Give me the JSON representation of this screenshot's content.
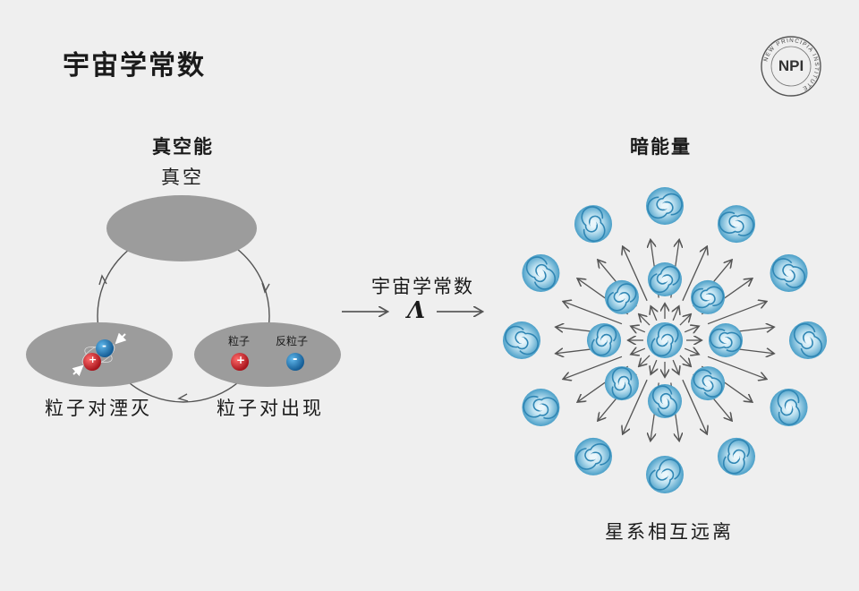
{
  "header": {
    "title": "宇宙学常数"
  },
  "logo": {
    "text": "NPI",
    "ring_text": "NEW PRINCIPIA INSTITUTE"
  },
  "left_panel": {
    "heading": "真空能",
    "vacuum_label": "真空",
    "annihilation_label": "粒子对湮灭",
    "pair_creation_label": "粒子对出现",
    "particle_label": "粒子",
    "antiparticle_label": "反粒子",
    "plus_sign": "+",
    "minus_sign": "-"
  },
  "middle": {
    "label": "宇宙学常数",
    "symbol": "Λ"
  },
  "right_panel": {
    "heading": "暗能量",
    "caption": "星系相互远离"
  },
  "colors": {
    "background": "#efefef",
    "ellipse_gray": "#9a9a9a",
    "particle_red": "#c8202a",
    "particle_blue": "#1f78b8",
    "arrow_gray": "#555555",
    "galaxy_blue": "#4aa6cf"
  }
}
